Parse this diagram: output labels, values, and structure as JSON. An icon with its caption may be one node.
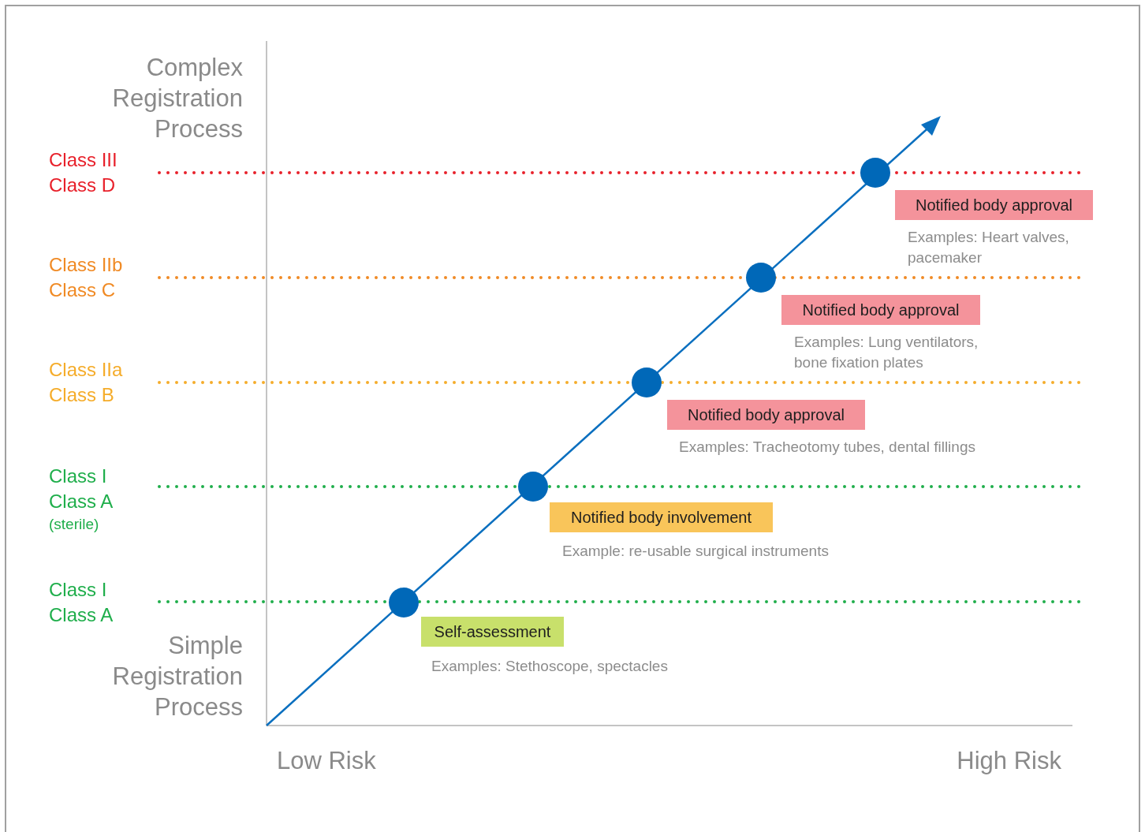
{
  "diagram": {
    "nodes": [
      {
        "text": [
          "Notified body approval"
        ],
        "beside": [
          "Examples: Heart valves, pacemaker"
        ]
      },
      {
        "text": [
          "Notified body approval"
        ],
        "beside": [
          "Examples: Lung ventilators, bone fixation plates"
        ]
      },
      {
        "text": [
          "Notified body approval"
        ],
        "beside": [
          "Examples: Tracheotomy tubes, dental fillings"
        ]
      },
      {
        "text": [
          "Notified body involvement"
        ],
        "beside": [
          "Example: re-usable surgical instruments"
        ]
      },
      {
        "text": [
          "Self-assessment"
        ],
        "beside": [
          "Examples: Stethoscope, spectacles"
        ]
      }
    ],
    "labels": [
      "Complex Registration Process",
      "Class III",
      "Class D",
      "Class IIb",
      "Class C",
      "Class IIa",
      "Class B",
      "Class I",
      "Class A",
      "(sterile)",
      "Class I",
      "Class A",
      "Simple Registration Process",
      "Low Risk",
      "High Risk"
    ]
  }
}
